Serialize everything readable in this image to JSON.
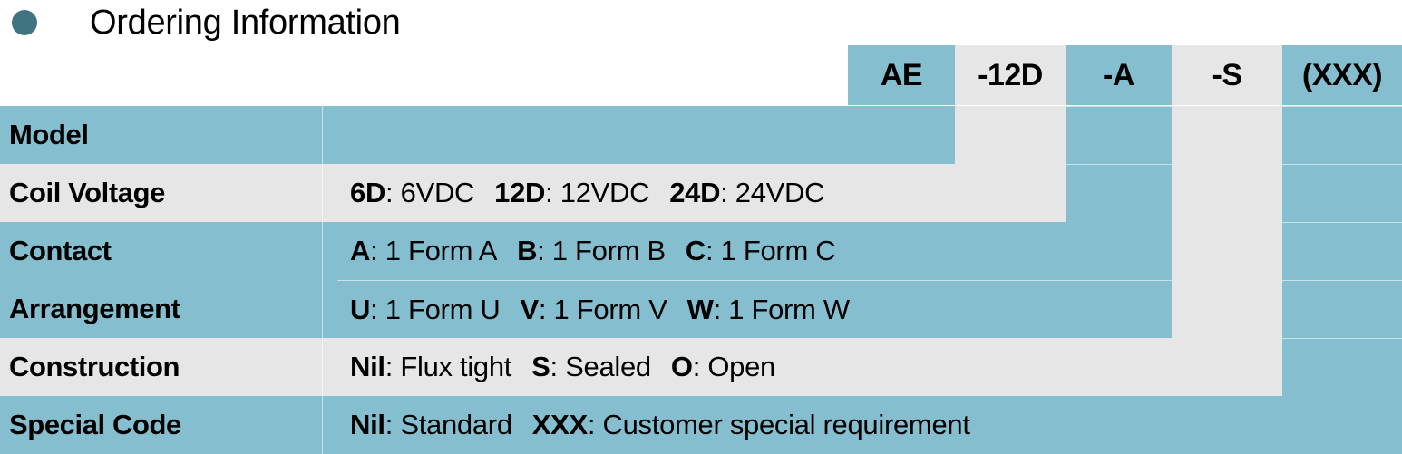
{
  "slide": {
    "title": "Ordering Information",
    "bullet_icon": "bullet-dot-icon",
    "bullet_color": "#3F7480",
    "teal_color": "#85BECF",
    "gray_color": "#E6E6E6"
  },
  "part_number_header": {
    "columns": [
      {
        "code": "AE",
        "fill": "teal"
      },
      {
        "code": "-12D",
        "fill": "gray"
      },
      {
        "code": "-A",
        "fill": "teal"
      },
      {
        "code": "-S",
        "fill": "gray"
      },
      {
        "code": "(XXX)",
        "fill": "teal"
      }
    ]
  },
  "rows": [
    {
      "label": "Model",
      "fill": "teal",
      "options": []
    },
    {
      "label": "Coil Voltage",
      "fill": "gray",
      "options": [
        {
          "code": "6D",
          "desc": ": 6VDC"
        },
        {
          "code": "12D",
          "desc": ": 12VDC"
        },
        {
          "code": "24D",
          "desc": ": 24VDC"
        }
      ]
    },
    {
      "label": "Contact",
      "fill": "teal",
      "options": [
        {
          "code": "A",
          "desc": ": 1 Form A"
        },
        {
          "code": "B",
          "desc": ": 1 Form B"
        },
        {
          "code": "C",
          "desc": ": 1 Form C"
        }
      ]
    },
    {
      "label": "Arrangement",
      "fill": "teal",
      "options": [
        {
          "code": "U",
          "desc": ": 1 Form U"
        },
        {
          "code": "V",
          "desc": ": 1 Form V"
        },
        {
          "code": "W",
          "desc": ": 1 Form W"
        }
      ]
    },
    {
      "label": "Construction",
      "fill": "gray",
      "options": [
        {
          "code": "Nil",
          "desc": ": Flux tight"
        },
        {
          "code": "S",
          "desc": ": Sealed"
        },
        {
          "code": "O",
          "desc": ": Open"
        }
      ]
    },
    {
      "label": "Special Code",
      "fill": "teal",
      "options": [
        {
          "code": "Nil",
          "desc": ": Standard"
        },
        {
          "code": "XXX",
          "desc": ": Customer special requirement"
        }
      ]
    }
  ]
}
